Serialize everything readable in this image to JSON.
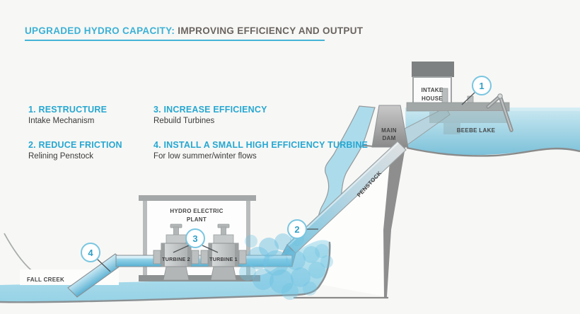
{
  "title": {
    "highlight": "UPGRADED HYDRO CAPACITY:",
    "rest": " IMPROVING EFFICIENCY AND OUTPUT"
  },
  "legend": {
    "items": [
      {
        "heading": "1. RESTRUCTURE",
        "description": "Intake Mechanism"
      },
      {
        "heading": "2. REDUCE FRICTION",
        "description": "Relining Penstock"
      },
      {
        "heading": "3. INCREASE EFFICIENCY",
        "description": "Rebuild Turbines"
      },
      {
        "heading": "4. INSTALL A SMALL HIGH EFFICIENCY TURBINE",
        "description": "For low summer/winter flows"
      }
    ]
  },
  "diagram": {
    "markers": [
      "1",
      "2",
      "3",
      "4"
    ],
    "labels": {
      "intake_house_line1": "INTAKE",
      "intake_house_line2": "HOUSE",
      "main_dam_line1": "MAIN",
      "main_dam_line2": "DAM",
      "beebe_lake": "BEEBE LAKE",
      "penstock": "PENSTOCK",
      "plant_line1": "HYDRO ELECTRIC",
      "plant_line2": "PLANT",
      "turbine_left": "TURBINE 2",
      "turbine_right": "TURBINE 1",
      "fall_creek": "FALL CREEK"
    }
  },
  "colors": {
    "accent_blue": "#3CB1D6",
    "title_gray": "#6A6460",
    "heading_blue": "#26A7D1",
    "text_dark": "#3A3A3A",
    "water_light": "#CBE9F2",
    "water_deep": "#7CC1D9",
    "structure_gray": "#8E8E8E",
    "marker_ring": "#79C6E1",
    "marker_text": "#2D9FC6"
  }
}
